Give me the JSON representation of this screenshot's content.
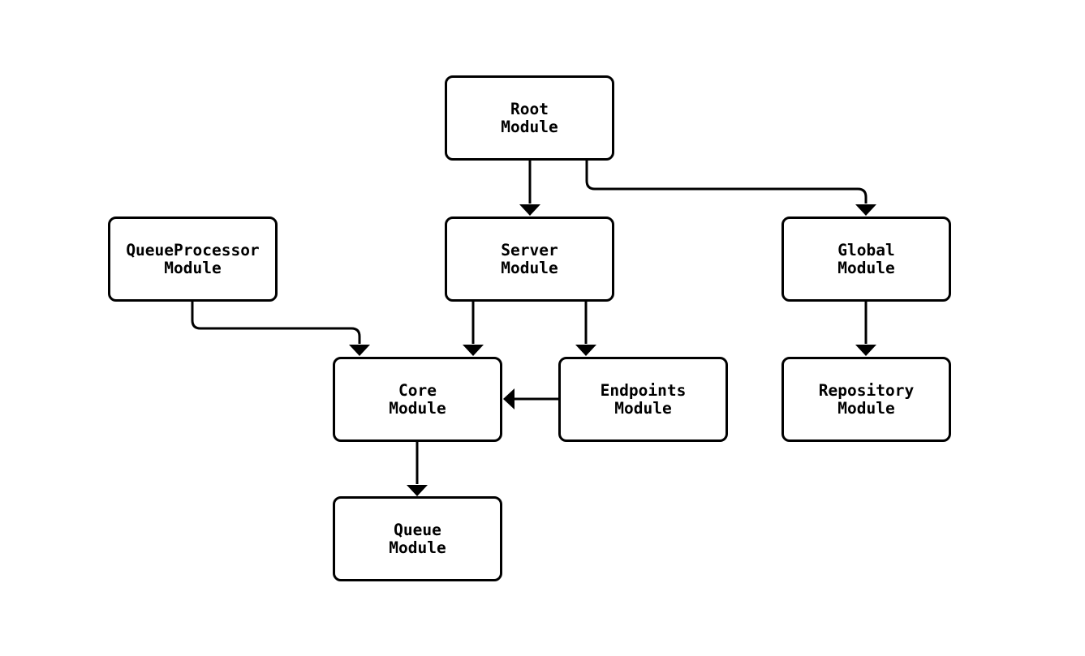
{
  "diagram": {
    "kind": "module-dependency-flowchart",
    "colors": {
      "background": "#ffffff",
      "node_fill": "#ffffff",
      "node_border": "#000000",
      "edge": "#000000",
      "text": "#000000"
    },
    "nodes": [
      {
        "id": "root",
        "label": "Root\nModule"
      },
      {
        "id": "queueprocessor",
        "label": "QueueProcessor\nModule"
      },
      {
        "id": "server",
        "label": "Server\nModule"
      },
      {
        "id": "global",
        "label": "Global\nModule"
      },
      {
        "id": "core",
        "label": "Core\nModule"
      },
      {
        "id": "endpoints",
        "label": "Endpoints\nModule"
      },
      {
        "id": "repository",
        "label": "Repository\nModule"
      },
      {
        "id": "queue",
        "label": "Queue\nModule"
      }
    ],
    "edges": [
      {
        "from": "root",
        "to": "server"
      },
      {
        "from": "root",
        "to": "global"
      },
      {
        "from": "queueprocessor",
        "to": "core"
      },
      {
        "from": "server",
        "to": "core"
      },
      {
        "from": "server",
        "to": "endpoints"
      },
      {
        "from": "endpoints",
        "to": "core"
      },
      {
        "from": "global",
        "to": "repository"
      },
      {
        "from": "core",
        "to": "queue"
      }
    ]
  }
}
